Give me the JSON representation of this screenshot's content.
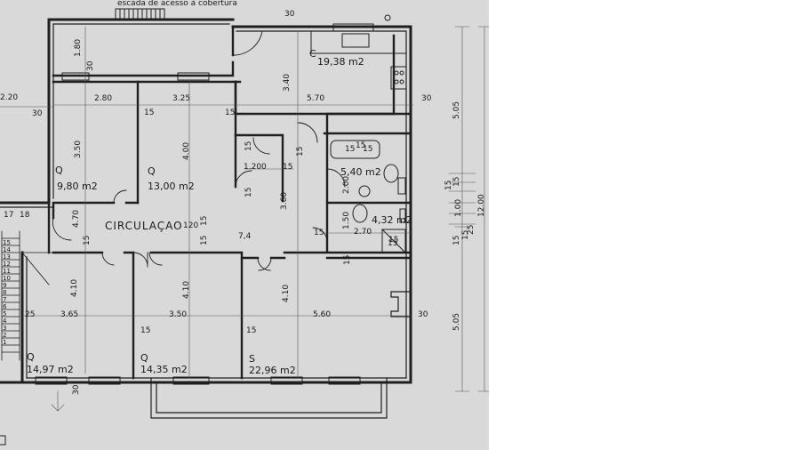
{
  "plan": {
    "header_note": "escada de acesso à cobertura",
    "circulation_label": "CIRCULAÇAO",
    "rooms": [
      {
        "type": "C",
        "area": "19,38 m2"
      },
      {
        "type": "Q",
        "area": "9,80 m2"
      },
      {
        "type": "Q",
        "area": "13,00 m2"
      },
      {
        "type": "",
        "area": "5,40 m2"
      },
      {
        "type": "",
        "area": "4,32 m2"
      },
      {
        "type": "Q",
        "area": "14,97 m2"
      },
      {
        "type": "Q",
        "area": "14,35 m2"
      },
      {
        "type": "S",
        "area": "22,96 m2"
      }
    ],
    "dimensions": {
      "top_180": "1.80",
      "top_30a": "30",
      "top_30b": "30",
      "top_340": "3.40",
      "left_220": "2.20",
      "left_30": "30",
      "r1_280": "2.80",
      "r1_325": "3.25",
      "r1_570": "5.70",
      "r1_15a": "15",
      "r1_15b": "15",
      "r1_30": "30",
      "q1_350": "3.50",
      "q2_400": "4.00",
      "hall_120": "1.20",
      "hall_0": "0",
      "hall_15a": "15",
      "hall_15b": "15",
      "hall_15c": "15",
      "hall_15d": "15",
      "bath_15": "15",
      "bath_200": "2.00",
      "bath_150": "1.50",
      "bath_270": "2.70",
      "bath_15b": "15",
      "circ_360": "3.60",
      "circ_120": "120",
      "circ_15a": "15",
      "circ_15b": "15",
      "circ_74": "7,4",
      "circ_15c": "15",
      "circ_470": "4.70",
      "circ_15d": "15",
      "circ_15e": "15",
      "b_17": "17",
      "b_18": "18",
      "b_410a": "4.10",
      "b_410b": "4.10",
      "b_410c": "4.10",
      "b_25": "25",
      "b_365": "3.65",
      "b_350": "3.50",
      "b_560": "5.60",
      "b_30": "30",
      "b_15a": "15",
      "b_15b": "15",
      "b_30c": "30",
      "stair_steps": [
        "15",
        "14",
        "13",
        "12",
        "11",
        "10",
        "9",
        "8",
        "7",
        "6",
        "5",
        "4",
        "3",
        "2",
        "1"
      ],
      "right_505a": "5.05",
      "right_505b": "5.05",
      "right_1200": "12.00",
      "right_15a": "15",
      "right_15b": "15",
      "right_15c": "15",
      "right_15d": "15",
      "right_100": "1.00",
      "right_25": "25"
    },
    "fixtures": {
      "shower_a": "15",
      "shower_b": "15",
      "shower_c": "15"
    }
  }
}
